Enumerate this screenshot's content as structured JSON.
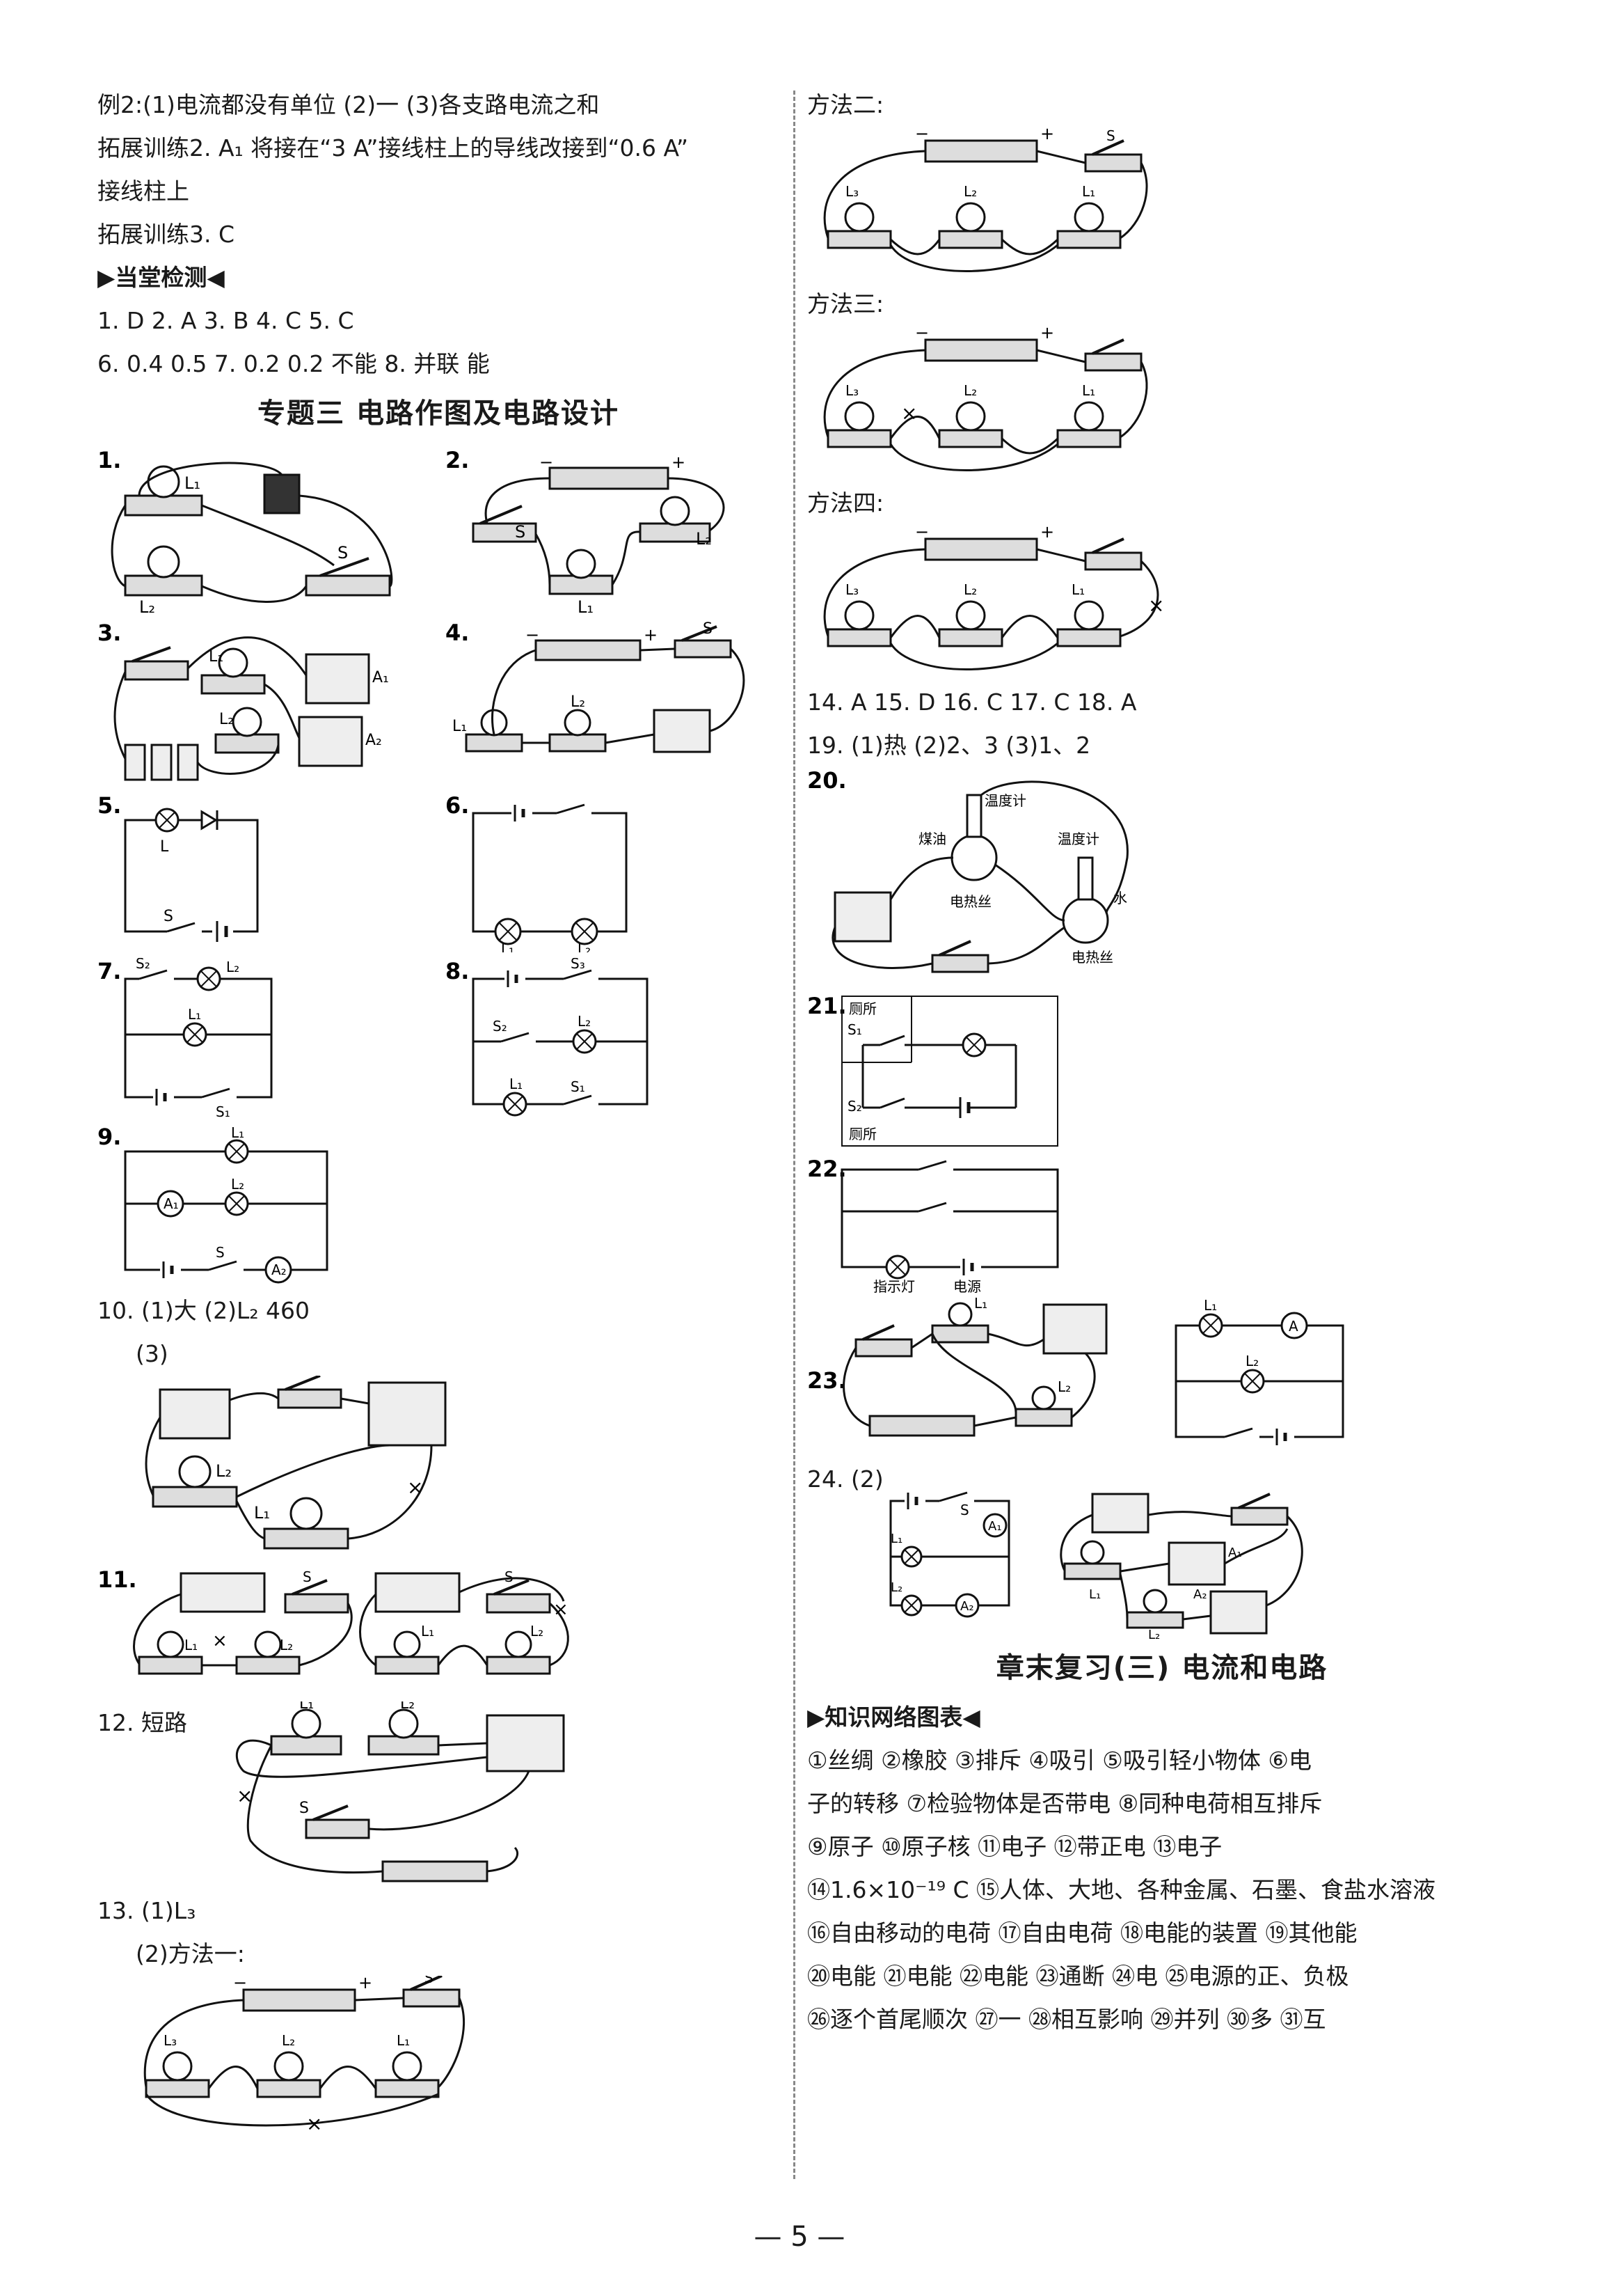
{
  "left": {
    "l1": "例2:(1)电流都没有单位   (2)一   (3)各支路电流之和",
    "l2": "拓展训练2. A₁   将接在“3 A”接线柱上的导线改接到“0.6 A”",
    "l3": "接线柱上",
    "l4": "拓展训练3. C",
    "section1": "▶当堂检测◀",
    "ans1": "1. D   2. A   3. B   4. C   5. C",
    "ans2": "6. 0.4   0.5   7. 0.2   0.2   不能   8. 并联   能",
    "title": "专题三    电路作图及电路设计",
    "q10": "10. (1)大   (2)L₂   460",
    "q10_3": "(3)",
    "q12": "12. 短路",
    "q13a": "13. (1)L₃",
    "q13b": "(2)方法一:",
    "labels": {
      "n1": "1.",
      "n2": "2.",
      "n3": "3.",
      "n4": "4.",
      "n5": "5.",
      "n6": "6.",
      "n7": "7.",
      "n8": "8.",
      "n9": "9.",
      "n11": "11.",
      "L": "L",
      "L1": "L₁",
      "L2": "L₂",
      "L3": "L₃",
      "S": "S",
      "S1": "S₁",
      "S2": "S₂",
      "S3": "S₃",
      "A": "A",
      "A1": "A₁",
      "A2": "A₂"
    }
  },
  "right": {
    "m2": "方法二:",
    "m3": "方法三:",
    "m4": "方法四:",
    "ans14": "14. A   15. D   16. C   17. C   18. A",
    "ans19": "19. (1)热   (2)2、3   (3)1、2",
    "n20": "20.",
    "thermo": "温度计",
    "kerosene": "煤油",
    "water": "水",
    "wire": "电热丝",
    "n21": "21.",
    "toilet": "厕所",
    "n22": "22.",
    "indicator": "指示灯",
    "power": "电源",
    "n23": "23.",
    "q24": "24. (2)",
    "title2": "章末复习(三)    电流和电路",
    "section2": "▶知识网络图表◀",
    "k1": "①丝绸  ②橡胶  ③排斥  ④吸引  ⑤吸引轻小物体  ⑥电",
    "k2": "子的转移  ⑦检验物体是否带电  ⑧同种电荷相互排斥",
    "k3": "⑨原子   ⑩原子核   ⑪电子   ⑫带正电   ⑬电子",
    "k4": "⑭1.6×10⁻¹⁹ C  ⑮人体、大地、各种金属、石墨、食盐水溶液",
    "k5": "⑯自由移动的电荷  ⑰自由电荷  ⑱电能的装置  ⑲其他能",
    "k6": "⑳电能  ㉑电能  ㉒电能  ㉓通断  ㉔电  ㉕电源的正、负极",
    "k7": "㉖逐个首尾顺次  ㉗一  ㉘相互影响  ㉙并列  ㉚多  ㉛互"
  },
  "page_number": "— 5 —"
}
